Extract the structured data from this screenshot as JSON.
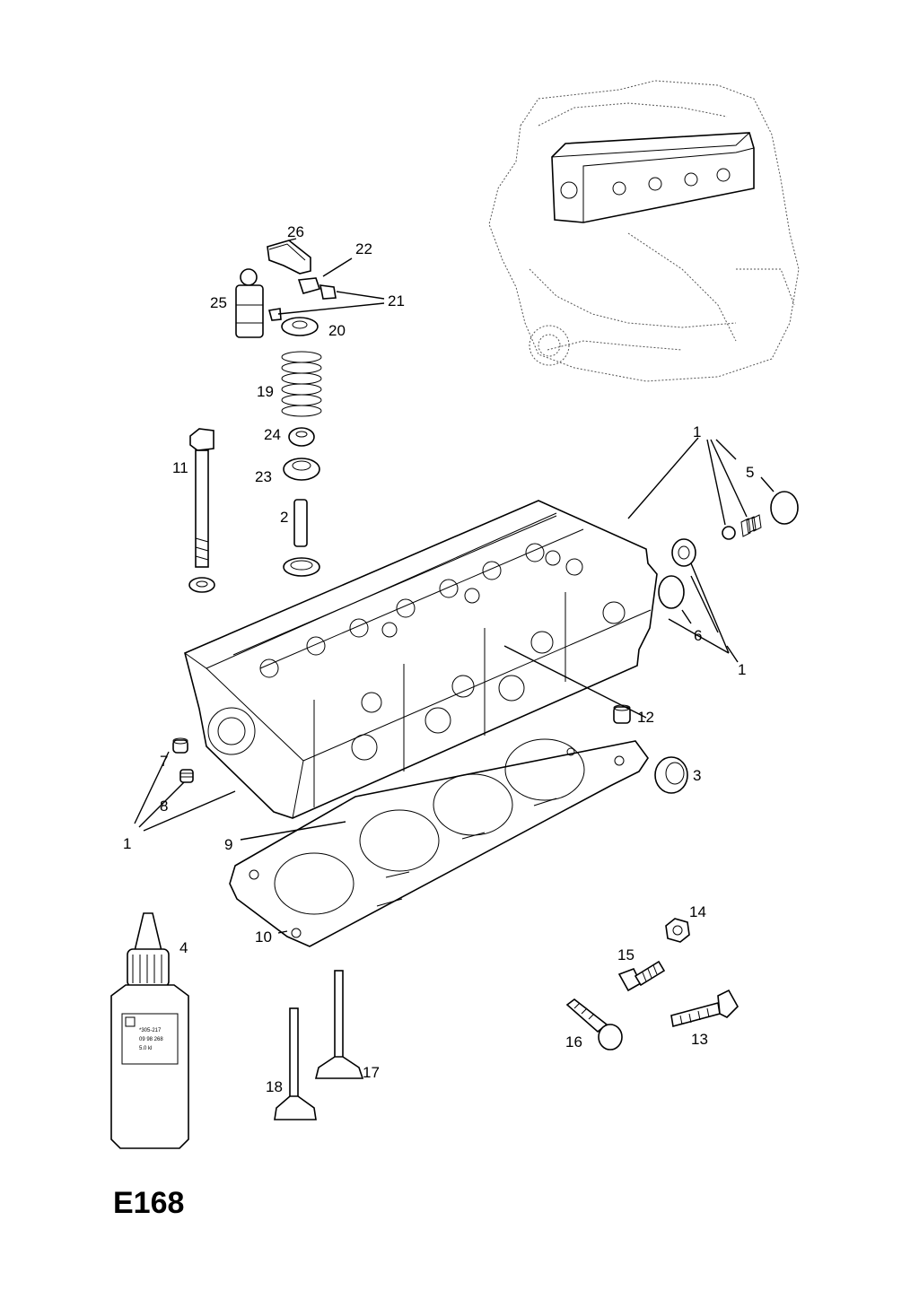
{
  "diagram_code": "E168",
  "bottle_label_lines": [
    "*305-217",
    "09 98 268",
    "5.0 kl"
  ],
  "callouts": [
    {
      "id": "c26",
      "text": "26"
    },
    {
      "id": "c22",
      "text": "22"
    },
    {
      "id": "c25",
      "text": "25"
    },
    {
      "id": "c21",
      "text": "21"
    },
    {
      "id": "c20",
      "text": "20"
    },
    {
      "id": "c19",
      "text": "19"
    },
    {
      "id": "c24",
      "text": "24"
    },
    {
      "id": "c11",
      "text": "11"
    },
    {
      "id": "c23",
      "text": "23"
    },
    {
      "id": "c2",
      "text": "2"
    },
    {
      "id": "c1a",
      "text": "1"
    },
    {
      "id": "c5",
      "text": "5"
    },
    {
      "id": "c6",
      "text": "6"
    },
    {
      "id": "c1b",
      "text": "1"
    },
    {
      "id": "c12",
      "text": "12"
    },
    {
      "id": "c3",
      "text": "3"
    },
    {
      "id": "c7",
      "text": "7"
    },
    {
      "id": "c8",
      "text": "8"
    },
    {
      "id": "c1c",
      "text": "1"
    },
    {
      "id": "c9",
      "text": "9"
    },
    {
      "id": "c10",
      "text": "10"
    },
    {
      "id": "c4",
      "text": "4"
    },
    {
      "id": "c14",
      "text": "14"
    },
    {
      "id": "c15",
      "text": "15"
    },
    {
      "id": "c16",
      "text": "16"
    },
    {
      "id": "c13",
      "text": "13"
    },
    {
      "id": "c18",
      "text": "18"
    },
    {
      "id": "c17",
      "text": "17"
    }
  ]
}
